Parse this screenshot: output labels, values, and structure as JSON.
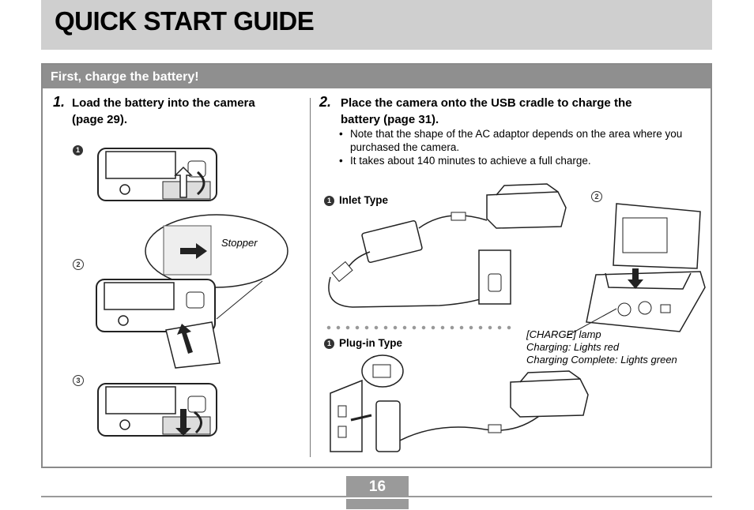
{
  "header": {
    "title": "QUICK START GUIDE"
  },
  "section": {
    "title": "First, charge the battery!"
  },
  "step1": {
    "number": "1.",
    "text_line1": "Load the battery into the camera",
    "text_line2": "(page 29).",
    "markers": [
      "1",
      "2",
      "3"
    ],
    "stopper_label": "Stopper"
  },
  "step2": {
    "number": "2.",
    "text_line1": "Place the camera onto the USB cradle to charge the",
    "text_line2": "battery (page 31).",
    "bullets": [
      "Note that the shape of the AC adaptor depends on the area where you purchased the camera.",
      "It takes about 140 minutes to achieve a full charge."
    ],
    "inlet_type": "Inlet Type",
    "plugin_type": "Plug-in Type",
    "marker_1": "1",
    "marker_2": "2",
    "charge_lamp": "[CHARGE] lamp",
    "charging": "Charging: Lights red",
    "charging_complete": "Charging Complete: Lights green"
  },
  "footer": {
    "page_number": "16"
  },
  "colors": {
    "title_bar": "#cfcfcf",
    "section_bar": "#8f8f8f",
    "page_box": "#9a9a9a"
  }
}
